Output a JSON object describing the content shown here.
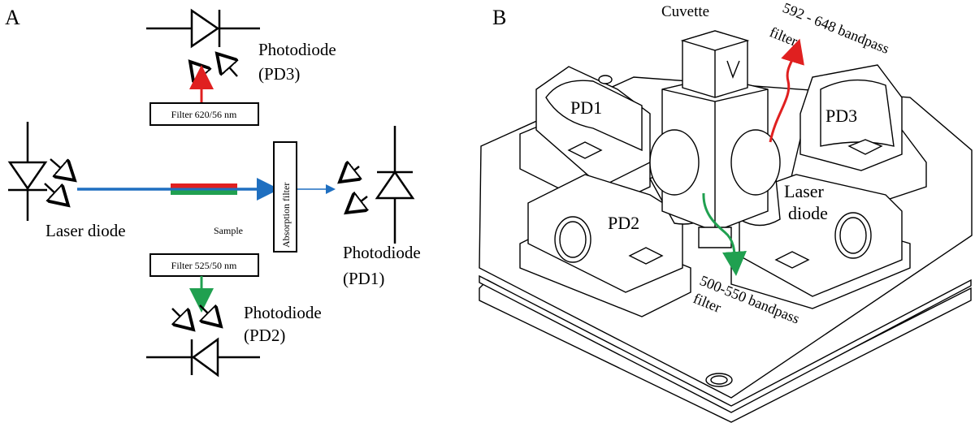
{
  "panel_a": {
    "label": "A",
    "pd3": {
      "line1": "Photodiode",
      "line2": "(PD3)"
    },
    "filter_top": "Filter 620/56 nm",
    "laser": "Laser diode",
    "sample": "Sample",
    "absorption": "Absorption filter",
    "pd1": {
      "line1": "Photodiode",
      "line2": "(PD1)"
    },
    "filter_bottom": "Filter 525/50 nm",
    "pd2": {
      "line1": "Photodiode",
      "line2": "(PD2)"
    }
  },
  "panel_b": {
    "label": "B",
    "cuvette": "Cuvette",
    "filter_red": {
      "line1": "592 - 648 bandpass",
      "line2": "filter"
    },
    "pd1": "PD1",
    "pd2": "PD2",
    "pd3": "PD3",
    "laser": {
      "line1": "Laser",
      "line2": "diode"
    },
    "filter_green": {
      "line1": "500-550 bandpass",
      "line2": "filter"
    }
  },
  "colors": {
    "red": "#e02020",
    "green": "#20a050",
    "blue": "#1f6fc0"
  }
}
